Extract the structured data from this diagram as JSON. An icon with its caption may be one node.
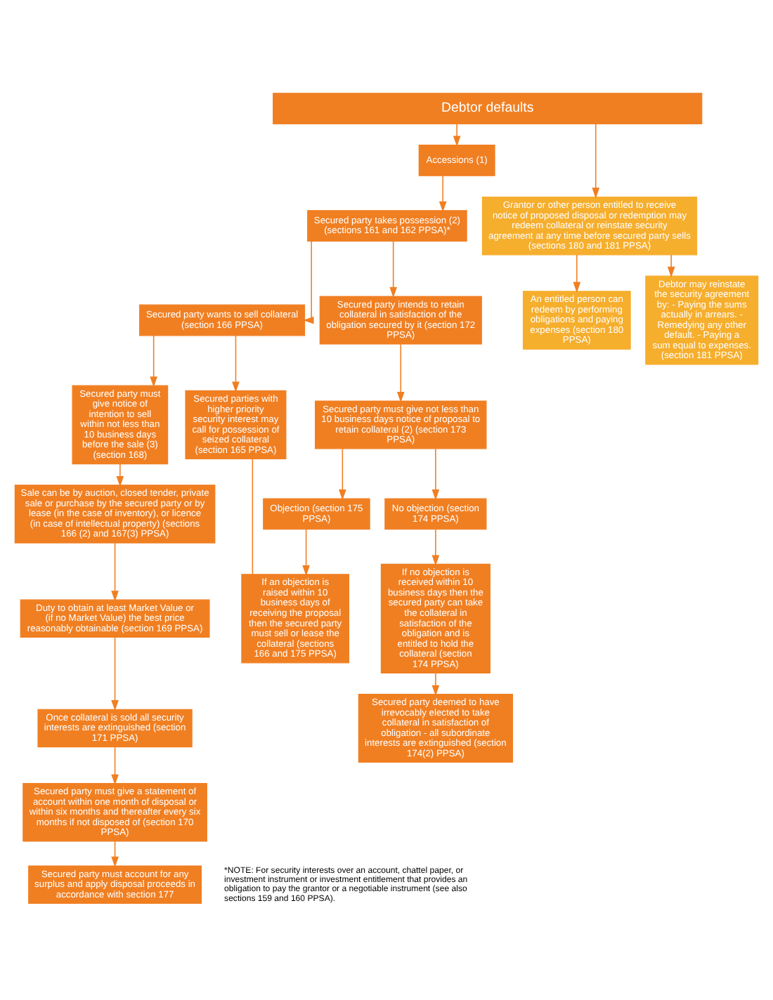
{
  "diagram": {
    "nodes": [
      {
        "text": [
          "Debtor defaults"
        ]
      },
      {
        "text": [
          "Accessions (1)"
        ]
      },
      {
        "text": [
          "Secured party takes possession (2) (sections 161 and 162 PPSA)*"
        ]
      },
      {
        "text": [
          "Grantor or other person entitled to receive notice of proposed disposal or redemption may redeem collateral or reinstate security agreement at any time before secured party sells (sections 180 and 181 PPSA)"
        ]
      },
      {
        "text": [
          "Secured party wants to sell collateral (section 166 PPSA)"
        ]
      },
      {
        "text": [
          "Secured party intends to retain collateral in satisfaction of the obligation secured by it (section 172 PPSA)"
        ]
      },
      {
        "text": [
          "An entitled person can redeem by performing obligations and paying expenses (section 180 PPSA)"
        ]
      },
      {
        "text": [
          "Debtor may reinstate the security agreement by: - Paying the sums actually in arrears. - Remedying any other default. - Paying a sum equal to expenses. (section 181 PPSA)"
        ]
      },
      {
        "text": [
          "Secured party must give notice of intention to sell within not less than 10 business days before the sale (3) (section 168)"
        ]
      },
      {
        "text": [
          "Secured parties with higher priority security interest may call for possession of seized collateral (section 165 PPSA)"
        ]
      },
      {
        "text": [
          "Secured party must give not less than 10 business days notice of proposal to retain collateral (2) (section 173 PPSA)"
        ]
      },
      {
        "text": [
          "Objection (section 175 PPSA)"
        ]
      },
      {
        "text": [
          "No objection (section 174 PPSA)"
        ]
      },
      {
        "text": [
          "Sale can be by auction, closed tender, private sale or purchase by the secured party or by lease (in the case of inventory), or licence (in case of intellectual property) (sections 166 (2) and 167(3) PPSA)"
        ]
      },
      {
        "text": [
          "If an objection is raised within 10 business days of receiving the proposal then the secured party must sell or lease the collateral (sections 166 and 175 PPSA)"
        ]
      },
      {
        "text": [
          "If no objection is received within 10 business days then the secured party can take the collateral in satisfaction of the obligation and is entitled to hold the collateral (section 174 PPSA)"
        ]
      },
      {
        "text": [
          "Duty to obtain at least Market Value or (if no Market Value) the best price reasonably obtainable (section 169 PPSA)"
        ]
      },
      {
        "text": [
          "Once collateral is sold all security interests are extinguished (section 171 PPSA)"
        ]
      },
      {
        "text": [
          "Secured party deemed to have irrevocably elected to take collateral in satisfaction of obligation - all subordinate interests are extinguished (section 174(2) PPSA)"
        ]
      },
      {
        "text": [
          "Secured party must give a statement of account within one month of disposal or within six months and thereafter every six months if not disposed of (section 170 PPSA)"
        ]
      },
      {
        "text": [
          "Secured party must account for any surplus and apply disposal proceeds in accordance with section 177"
        ]
      }
    ],
    "edges": [
      {
        "from": 0,
        "to": 1,
        "arrow": "to"
      },
      {
        "from": 0,
        "to": 3,
        "arrow": "to"
      },
      {
        "from": 1,
        "to": 2,
        "arrow": "to"
      },
      {
        "from": 2,
        "to": 4,
        "arrow": "to"
      },
      {
        "from": 2,
        "to": 5,
        "arrow": "to"
      },
      {
        "from": 3,
        "to": 6,
        "arrow": "to"
      },
      {
        "from": 3,
        "to": 7,
        "arrow": "to"
      },
      {
        "from": 4,
        "to": 8,
        "arrow": "to"
      },
      {
        "from": 4,
        "to": 9,
        "arrow": "to"
      },
      {
        "from": 5,
        "to": 10,
        "arrow": "to"
      },
      {
        "from": 10,
        "to": 11,
        "arrow": "to"
      },
      {
        "from": 10,
        "to": 12,
        "arrow": "to"
      },
      {
        "from": 8,
        "to": 13,
        "arrow": "to"
      },
      {
        "from": 9,
        "to": 14,
        "arrow": "none"
      },
      {
        "from": 11,
        "to": 14,
        "arrow": "to"
      },
      {
        "from": 12,
        "to": 15,
        "arrow": "to"
      },
      {
        "from": 13,
        "to": 16,
        "arrow": "to"
      },
      {
        "from": 15,
        "to": 18,
        "arrow": "to"
      },
      {
        "from": 16,
        "to": 17,
        "arrow": "to"
      },
      {
        "from": 17,
        "to": 19,
        "arrow": "to"
      },
      {
        "from": 19,
        "to": 20,
        "arrow": "to"
      }
    ],
    "labels": [
      "*NOTE: For security interests over an account, chattel paper, or investment instrument or investment entitlement that provides an obligation to pay the grantor or a negotiable instrument (see also sections 159 and 160 PPSA)."
    ]
  }
}
